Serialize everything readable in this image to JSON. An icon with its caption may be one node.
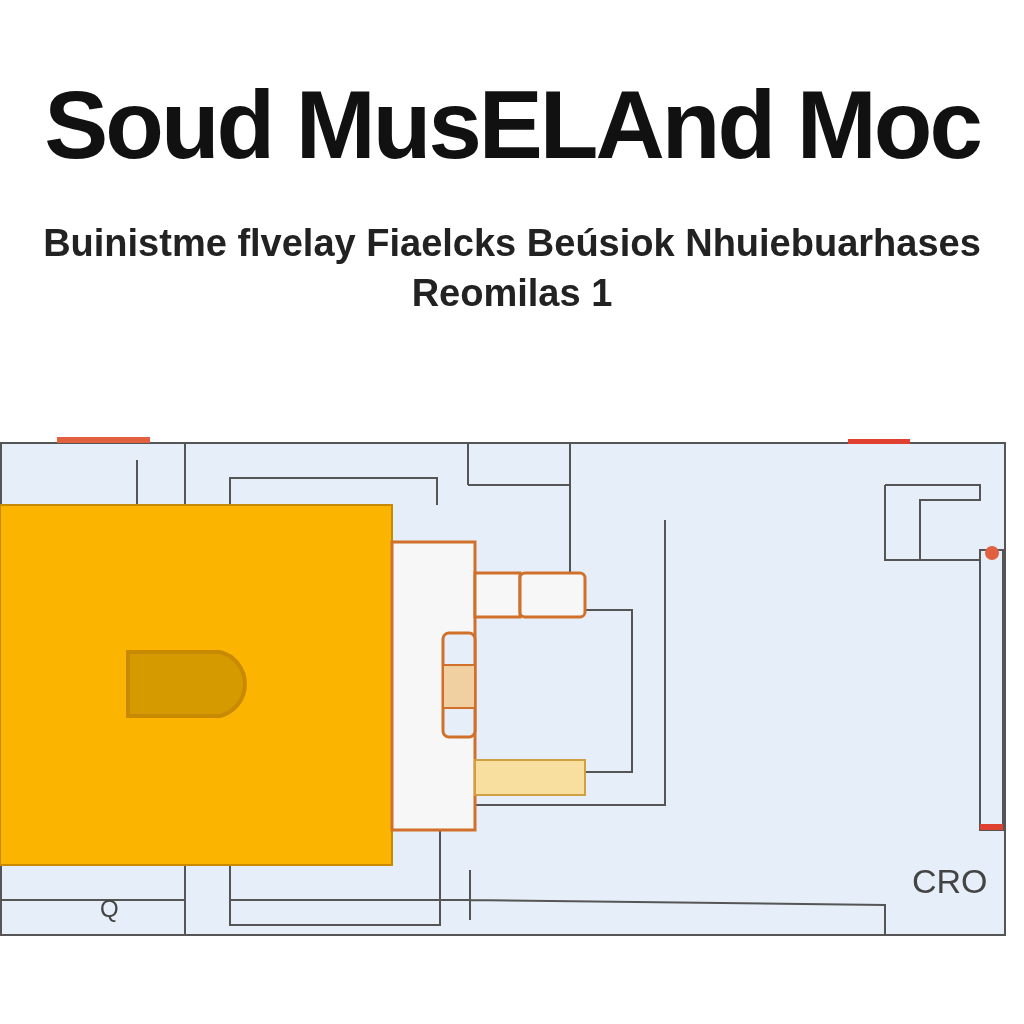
{
  "diagram": {
    "title": "Soud MusELAnd Moc",
    "labels": [
      "Buinistme flvelay Fiaelcks Beúsiok Nhuiebuarhases Reomilas 1",
      "CRO",
      "Q"
    ]
  }
}
